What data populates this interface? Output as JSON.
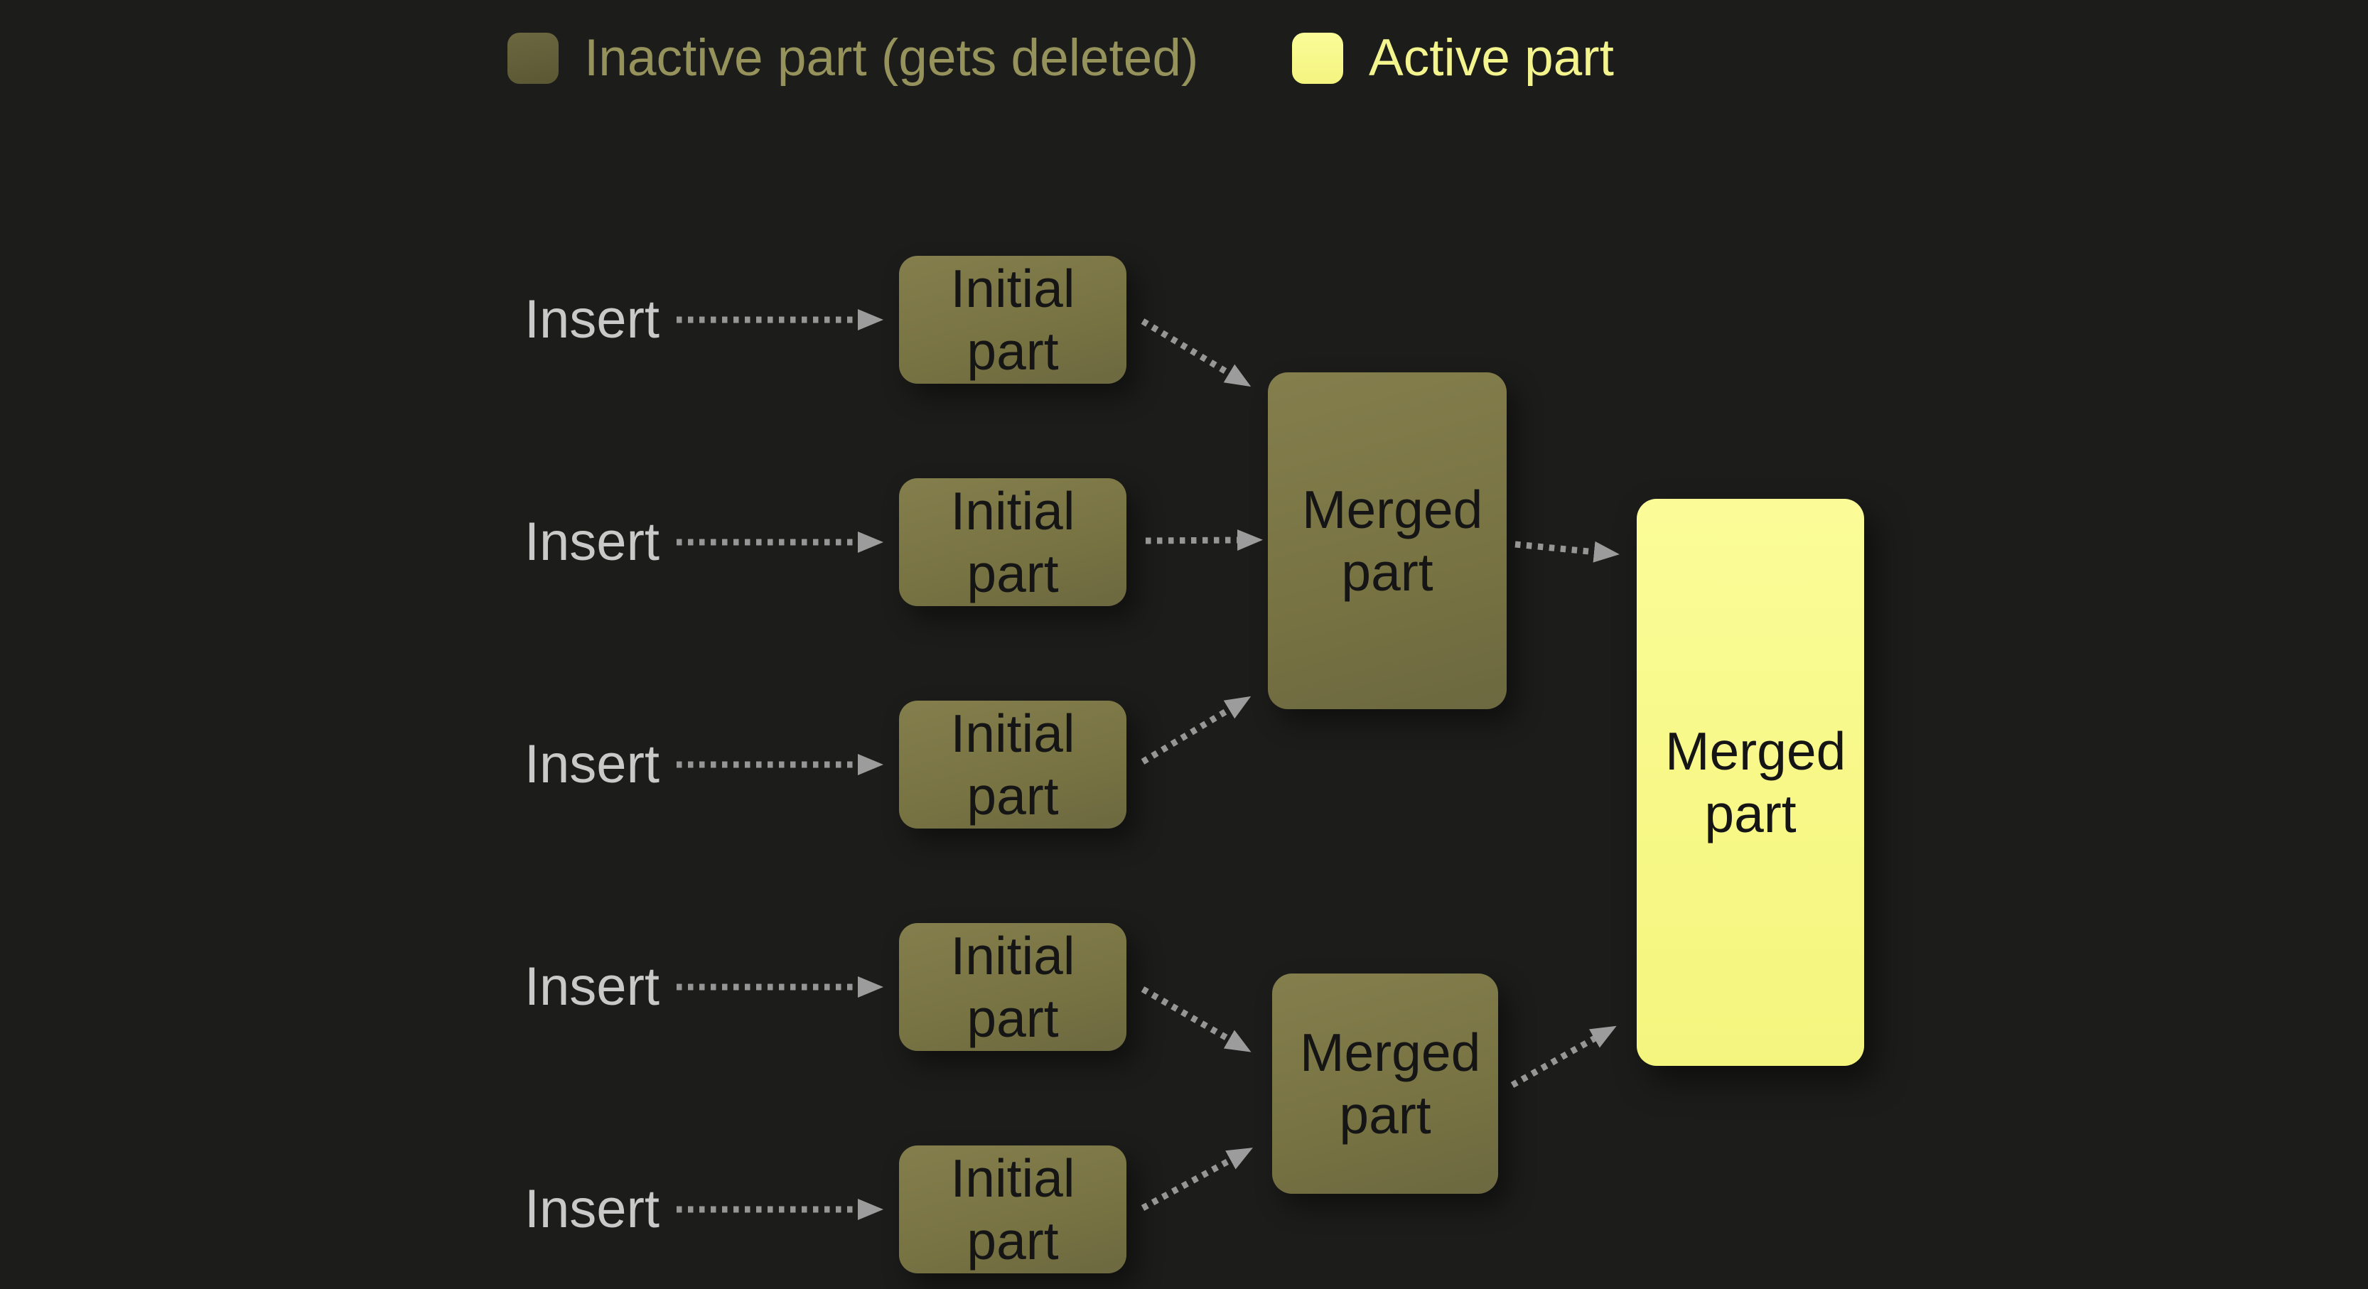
{
  "legend": {
    "items": [
      {
        "label": "Inactive part (gets deleted)",
        "swatch_color": "#64613a"
      },
      {
        "label": "Active part",
        "swatch_color": "#f8f98d"
      }
    ]
  },
  "rows": [
    {
      "insert_label": "Insert",
      "box_label": "Initial part"
    },
    {
      "insert_label": "Insert",
      "box_label": "Initial part"
    },
    {
      "insert_label": "Insert",
      "box_label": "Initial part"
    },
    {
      "insert_label": "Insert",
      "box_label": "Initial part"
    },
    {
      "insert_label": "Insert",
      "box_label": "Initial part"
    }
  ],
  "merged": {
    "intermediate": [
      {
        "label": "Merged part"
      },
      {
        "label": "Merged part"
      }
    ],
    "final": {
      "label": "Merged part"
    }
  },
  "colors": {
    "background": "#1c1c1b",
    "inactive_fill": "#7c7746",
    "active_fill": "#f8f98c",
    "box_text": "#151515",
    "insert_text": "#c9c9c9",
    "arrow": "#969696",
    "legend_inactive_text": "#95925b",
    "legend_active_text": "#f3f48e"
  }
}
